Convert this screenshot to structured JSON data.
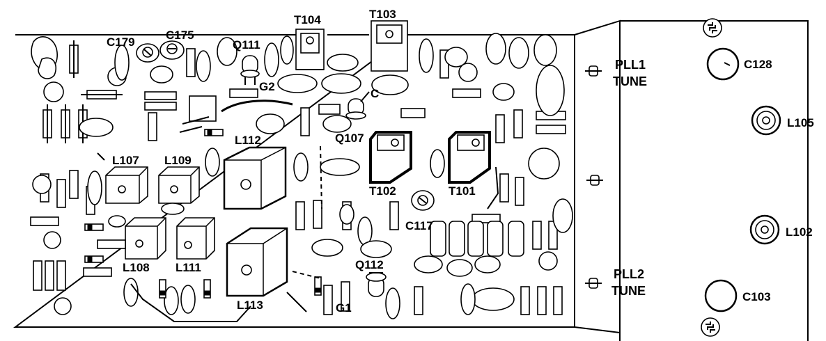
{
  "diagram": {
    "component_labels": {
      "t104": "T104",
      "t103": "T103",
      "c179": "C179",
      "c175": "C175",
      "q111": "Q111",
      "g2": "G2",
      "c": "C",
      "l112": "L112",
      "q107": "Q107",
      "l107": "L107",
      "l109": "L109",
      "t102": "T102",
      "t101": "T101",
      "c117": "C117",
      "l108": "L108",
      "l111": "L111",
      "l113": "L113",
      "q112": "Q112",
      "g1": "G1",
      "c128": "C128",
      "l105": "L105",
      "l102": "L102",
      "c103": "C103"
    },
    "tune_labels": {
      "pll1_line1": "PLL1",
      "pll1_line2": "TUNE",
      "pll2_line1": "PLL2",
      "pll2_line2": "TUNE"
    }
  }
}
